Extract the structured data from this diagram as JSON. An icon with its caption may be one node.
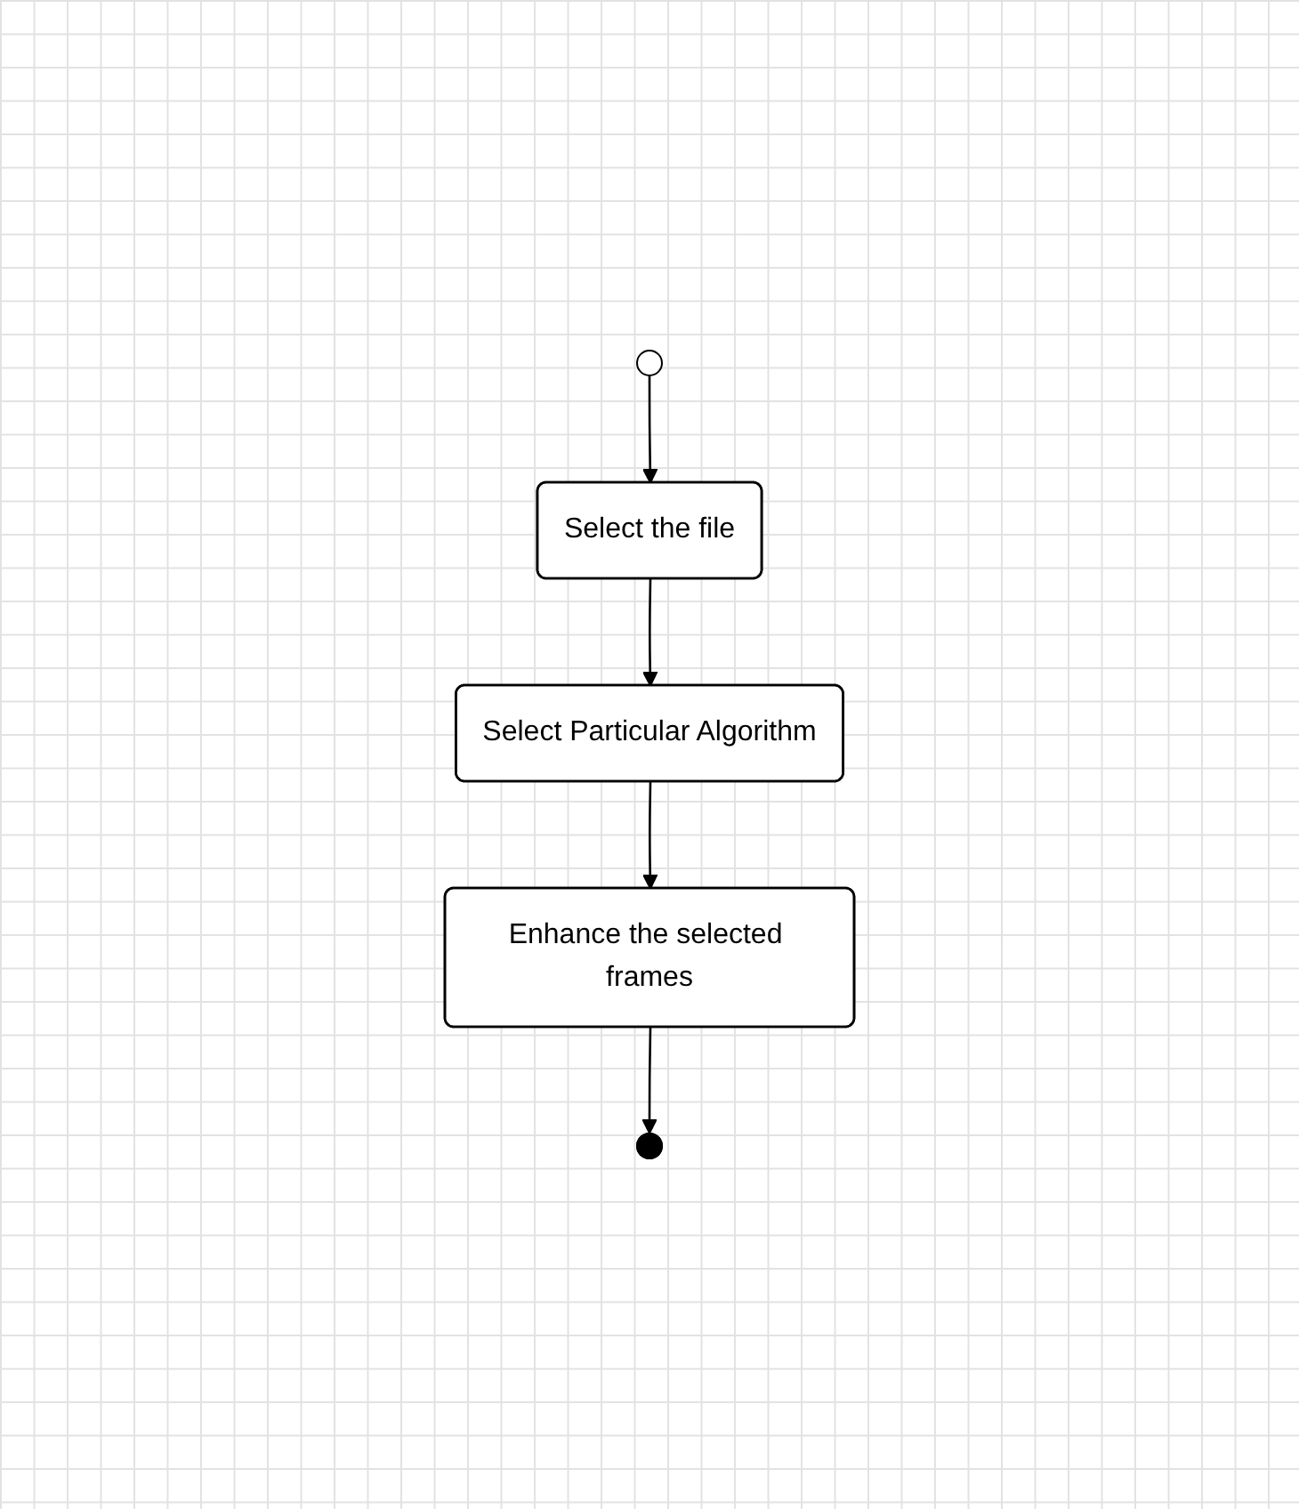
{
  "diagram": {
    "nodes": [
      {
        "text": [],
        "shape": "circle"
      },
      {
        "text": [
          "Select the file"
        ]
      },
      {
        "text": [
          "Select Particular Algorithm"
        ]
      },
      {
        "text": [
          "Enhance the selected frames"
        ]
      },
      {
        "text": [],
        "shape": "bullseye"
      }
    ],
    "edges": [
      {
        "from": 0,
        "to": 1,
        "arrow": "to"
      },
      {
        "from": 1,
        "to": 2,
        "arrow": "to"
      },
      {
        "from": 2,
        "to": 3,
        "arrow": "to"
      },
      {
        "from": 3,
        "to": 4,
        "arrow": "to"
      }
    ]
  }
}
